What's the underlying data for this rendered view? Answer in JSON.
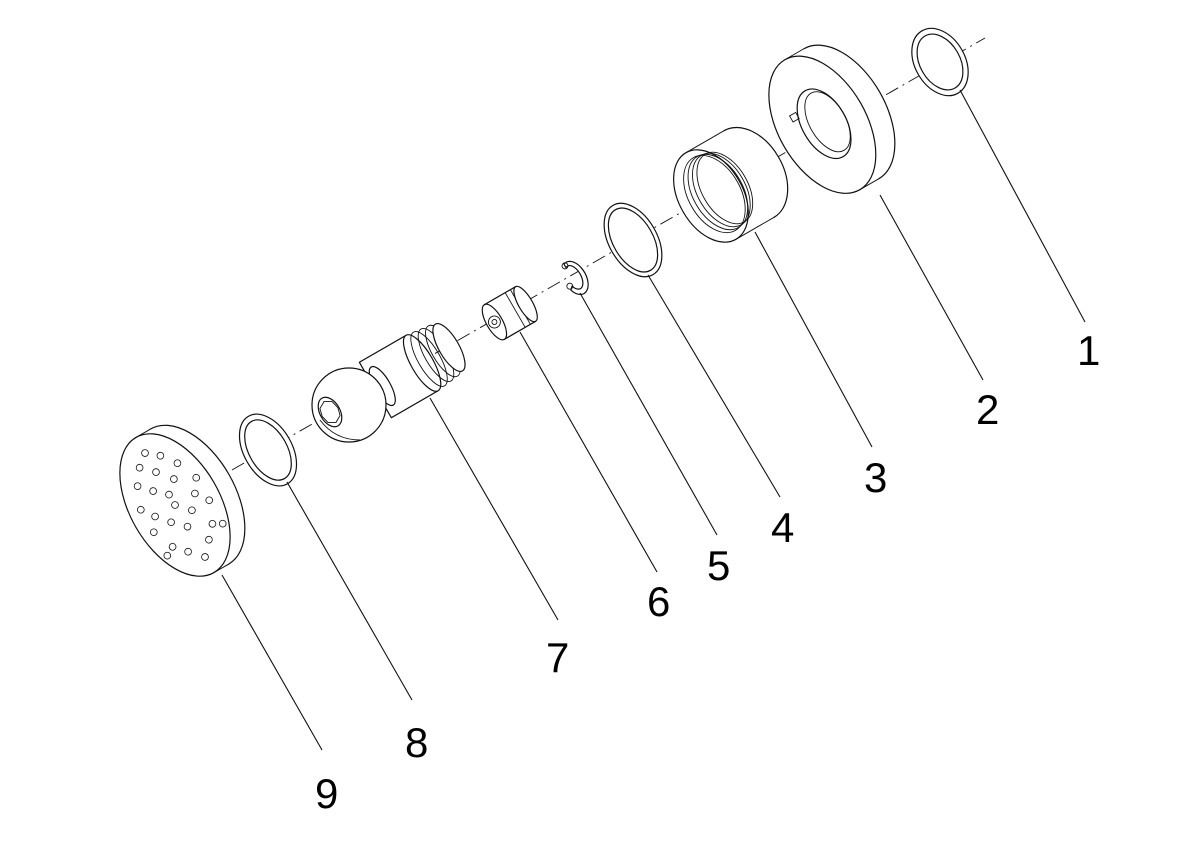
{
  "callouts": [
    {
      "label": "1"
    },
    {
      "label": "2"
    },
    {
      "label": "3"
    },
    {
      "label": "4"
    },
    {
      "label": "5"
    },
    {
      "label": "6"
    },
    {
      "label": "7"
    },
    {
      "label": "8"
    },
    {
      "label": "9"
    }
  ],
  "colors": {
    "line": "#111111",
    "background": "#ffffff"
  }
}
